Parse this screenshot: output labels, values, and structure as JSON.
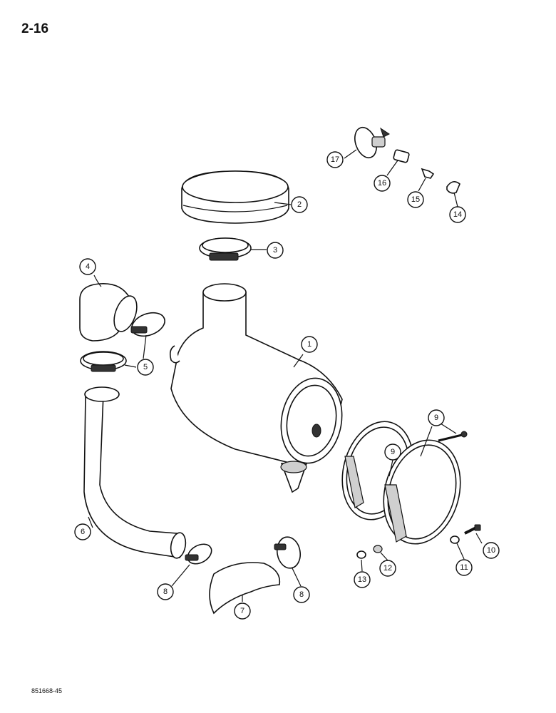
{
  "page": {
    "number": "2-16",
    "figure_code": "851668-45"
  },
  "callouts": [
    {
      "label": "1"
    },
    {
      "label": "2"
    },
    {
      "label": "3"
    },
    {
      "label": "4"
    },
    {
      "label": "5"
    },
    {
      "label": "6"
    },
    {
      "label": "7"
    },
    {
      "label": "8"
    },
    {
      "label": "8"
    },
    {
      "label": "9"
    },
    {
      "label": "9"
    },
    {
      "label": "10"
    },
    {
      "label": "11"
    },
    {
      "label": "12"
    },
    {
      "label": "13"
    },
    {
      "label": "14"
    },
    {
      "label": "15"
    },
    {
      "label": "16"
    },
    {
      "label": "17"
    }
  ]
}
